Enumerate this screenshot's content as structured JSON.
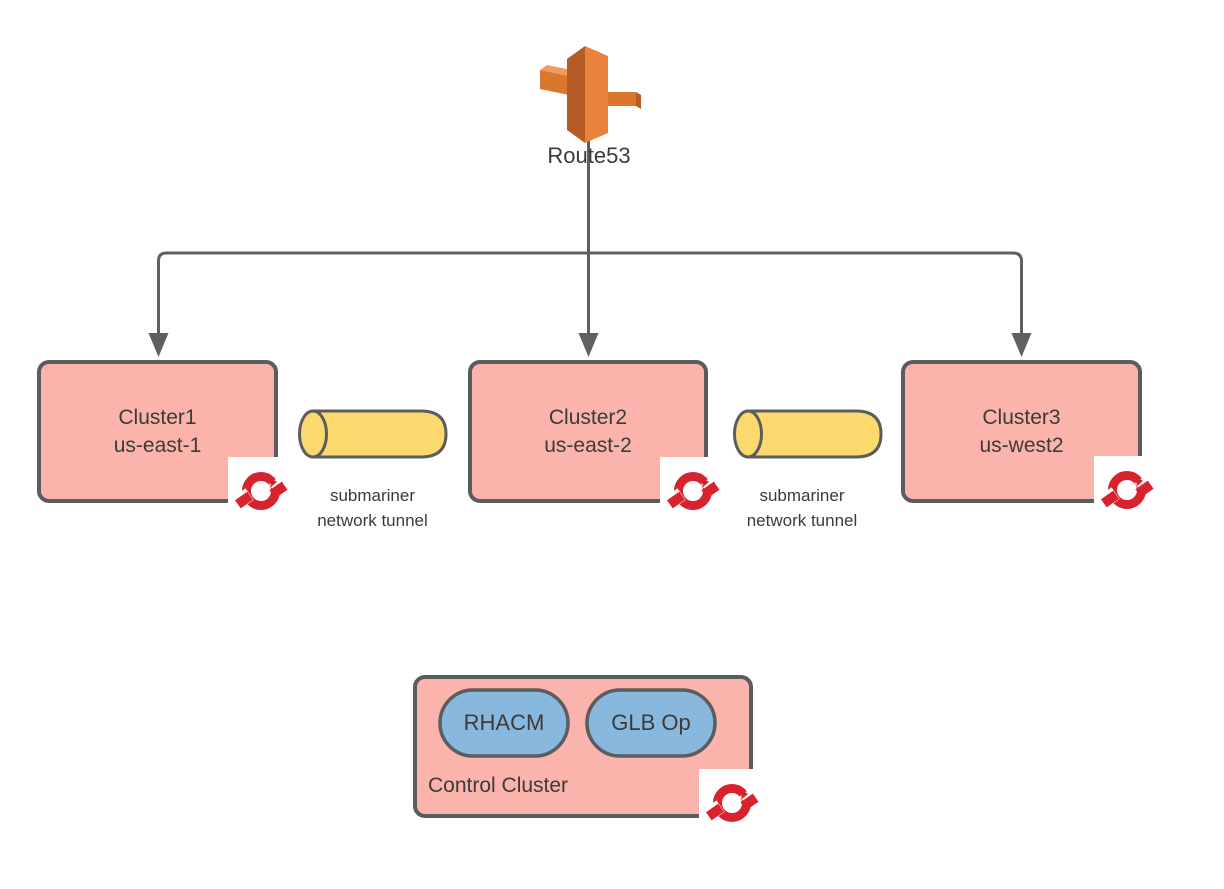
{
  "route53": {
    "label": "Route53"
  },
  "clusters": [
    {
      "name": "Cluster1",
      "region": "us-east-1"
    },
    {
      "name": "Cluster2",
      "region": "us-east-2"
    },
    {
      "name": "Cluster3",
      "region": "us-west2"
    }
  ],
  "tunnels": [
    {
      "line1": "submariner",
      "line2": "network tunnel"
    },
    {
      "line1": "submariner",
      "line2": "network tunnel"
    }
  ],
  "control_cluster": {
    "label": "Control Cluster",
    "components": [
      {
        "label": "RHACM"
      },
      {
        "label": "GLB Op"
      }
    ]
  },
  "icons": {
    "route53": "aws-route53-icon",
    "openshift": "openshift-logo-icon"
  },
  "colors": {
    "pink": "#FBB4AB",
    "yellow": "#FBD96E",
    "blue": "#88B8DE",
    "box_border": "#5B5C5E",
    "line": "#5F6062",
    "text": "#3B3B3B",
    "os_red": "#D8232F",
    "r53_bright": "#E8823D",
    "r53_dark": "#B55B25",
    "r53_mid": "#D9772F",
    "r53_light": "#EE9D5C"
  }
}
